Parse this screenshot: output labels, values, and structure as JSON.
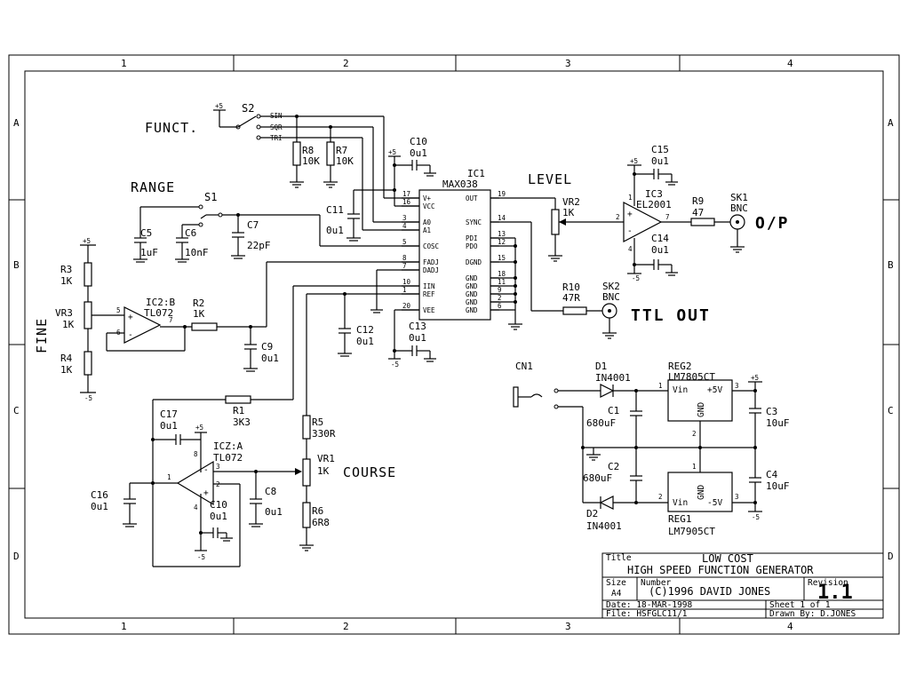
{
  "frame": {
    "columns": [
      "1",
      "2",
      "3",
      "4"
    ],
    "rows": [
      "A",
      "B",
      "C",
      "D"
    ]
  },
  "labels": {
    "funct": "FUNCT.",
    "range": "RANGE",
    "fine": "FINE",
    "level": "LEVEL",
    "course": "COURSE",
    "op": "O/P",
    "ttl": "TTL OUT",
    "sin": "SIN",
    "sqr": "SQR",
    "tri": "TRI",
    "s1": "S1",
    "s2": "S2",
    "plus5": "+5",
    "minus5": "-5"
  },
  "ic1": {
    "ref": "IC1",
    "part": "MAX038",
    "left_pins": [
      {
        "num": "17",
        "name": "V+"
      },
      {
        "num": "16",
        "name": "VCC"
      },
      {
        "num": "3",
        "name": "A0"
      },
      {
        "num": "4",
        "name": "A1"
      },
      {
        "num": "5",
        "name": "COSC"
      },
      {
        "num": "8",
        "name": "FADJ"
      },
      {
        "num": "7",
        "name": "DADJ"
      },
      {
        "num": "10",
        "name": "IIN"
      },
      {
        "num": "1",
        "name": "REF"
      },
      {
        "num": "20",
        "name": "VEE"
      }
    ],
    "right_pins": [
      {
        "num": "19",
        "name": "OUT"
      },
      {
        "num": "14",
        "name": "SYNC"
      },
      {
        "num": "13",
        "name": "PDI"
      },
      {
        "num": "12",
        "name": "PDO"
      },
      {
        "num": "15",
        "name": "DGND"
      },
      {
        "num": "18",
        "name": "GND"
      },
      {
        "num": "11",
        "name": "GND"
      },
      {
        "num": "9",
        "name": "GND"
      },
      {
        "num": "2",
        "name": "GND"
      },
      {
        "num": "6",
        "name": "GND"
      }
    ]
  },
  "components": {
    "r8": {
      "ref": "R8",
      "val": "10K"
    },
    "r7": {
      "ref": "R7",
      "val": "10K"
    },
    "c10a": {
      "ref": "C10",
      "val": "0u1"
    },
    "c11": {
      "ref": "C11",
      "val": "0u1"
    },
    "c5": {
      "ref": "C5",
      "val": "1uF"
    },
    "c6": {
      "ref": "C6",
      "val": "10nF"
    },
    "c7": {
      "ref": "C7",
      "val": "22pF"
    },
    "r3": {
      "ref": "R3",
      "val": "1K"
    },
    "vr3": {
      "ref": "VR3",
      "val": "1K"
    },
    "r4": {
      "ref": "R4",
      "val": "1K"
    },
    "ic2b": {
      "ref": "IC2:B",
      "part": "TL072"
    },
    "r2": {
      "ref": "R2",
      "val": "1K"
    },
    "c9": {
      "ref": "C9",
      "val": "0u1"
    },
    "c12": {
      "ref": "C12",
      "val": "0u1"
    },
    "c13": {
      "ref": "C13",
      "val": "0u1"
    },
    "r1": {
      "ref": "R1",
      "val": "3K3"
    },
    "c17": {
      "ref": "C17",
      "val": "0u1"
    },
    "ic2a": {
      "ref": "ICZ:A",
      "part": "TL072"
    },
    "c16": {
      "ref": "C16",
      "val": "0u1"
    },
    "c18": {
      "ref": "C10",
      "val": "0u1"
    },
    "c8": {
      "ref": "C8",
      "val": "0u1"
    },
    "r5": {
      "ref": "R5",
      "val": "330R"
    },
    "vr1": {
      "ref": "VR1",
      "val": "1K"
    },
    "r6": {
      "ref": "R6",
      "val": "6R8"
    },
    "vr2": {
      "ref": "VR2",
      "val": "1K"
    },
    "r10": {
      "ref": "R10",
      "val": "47R"
    },
    "sk2": {
      "ref": "SK2",
      "val": "BNC"
    },
    "c15": {
      "ref": "C15",
      "val": "0u1"
    },
    "ic3": {
      "ref": "IC3",
      "part": "EL2001"
    },
    "c14": {
      "ref": "C14",
      "val": "0u1"
    },
    "r9": {
      "ref": "R9",
      "val": "47"
    },
    "sk1": {
      "ref": "SK1",
      "val": "BNC"
    },
    "cn1": {
      "ref": "CN1"
    },
    "d1": {
      "ref": "D1",
      "val": "IN4001"
    },
    "d2": {
      "ref": "D2",
      "val": "IN4001"
    },
    "c1": {
      "ref": "C1",
      "val": "680uF"
    },
    "c2": {
      "ref": "C2",
      "val": "680uF"
    },
    "reg2": {
      "ref": "REG2",
      "part": "LM7805CT",
      "vin": "Vin",
      "vout": "+5V",
      "gnd": "GND"
    },
    "reg1": {
      "ref": "REG1",
      "part": "LM7905CT",
      "vin": "Vin",
      "vout": "-5V",
      "gnd": "GND"
    },
    "c3": {
      "ref": "C3",
      "val": "10uF"
    },
    "c4": {
      "ref": "C4",
      "val": "10uF"
    }
  },
  "titleblock": {
    "title_label": "Title",
    "title1": "LOW COST",
    "title2": "HIGH SPEED FUNCTION GENERATOR",
    "size_label": "Size",
    "size": "A4",
    "number_label": "Number",
    "number": "(C)1996 DAVID JONES",
    "revision_label": "Revision",
    "revision": "1.1",
    "date": "Date: 18-MAR-1998",
    "sheet": "Sheet 1 of 1",
    "file": "File: HSFGLC11/1",
    "drawn": "Drawn By: D.JONES"
  }
}
